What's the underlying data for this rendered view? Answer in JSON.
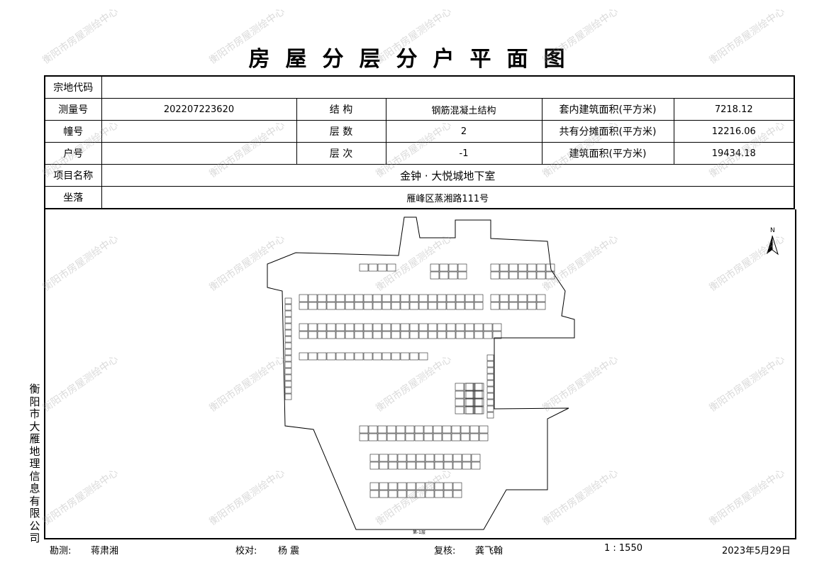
{
  "title": "房屋分层分户平面图",
  "watermark": "衡阳市房屋测绘中心",
  "company": "衡阳市大雁地理信息有限公司",
  "table": {
    "land_code_label": "宗地代码",
    "land_code": "",
    "survey_no_label": "测量号",
    "survey_no": "202207223620",
    "structure_label": "结 构",
    "structure": "钢筋混凝土结构",
    "inner_area_label": "套内建筑面积(平方米)",
    "inner_area": "7218.12",
    "building_no_label": "幢号",
    "building_no": "",
    "floors_label": "层 数",
    "floors": "2",
    "shared_area_label": "共有分摊面积(平方米)",
    "shared_area": "12216.06",
    "unit_no_label": "户号",
    "unit_no": "",
    "floor_level_label": "层 次",
    "floor_level": "-1",
    "building_area_label": "建筑面积(平方米)",
    "building_area": "19434.18",
    "project_label": "项目名称",
    "project": "金钟 · 大悦城地下室",
    "location_label": "坐落",
    "location": "雁峰区蒸湘路111号"
  },
  "drawing": {
    "north": "N",
    "floor_caption": "第-1层"
  },
  "footer": {
    "surveyor_label": "勘测:",
    "surveyor": "蒋肃湘",
    "checker_label": "校对:",
    "checker": "杨 震",
    "reviewer_label": "复核:",
    "reviewer": "龚飞翰",
    "scale": "1 : 1550",
    "date": "2023年5月29日"
  }
}
